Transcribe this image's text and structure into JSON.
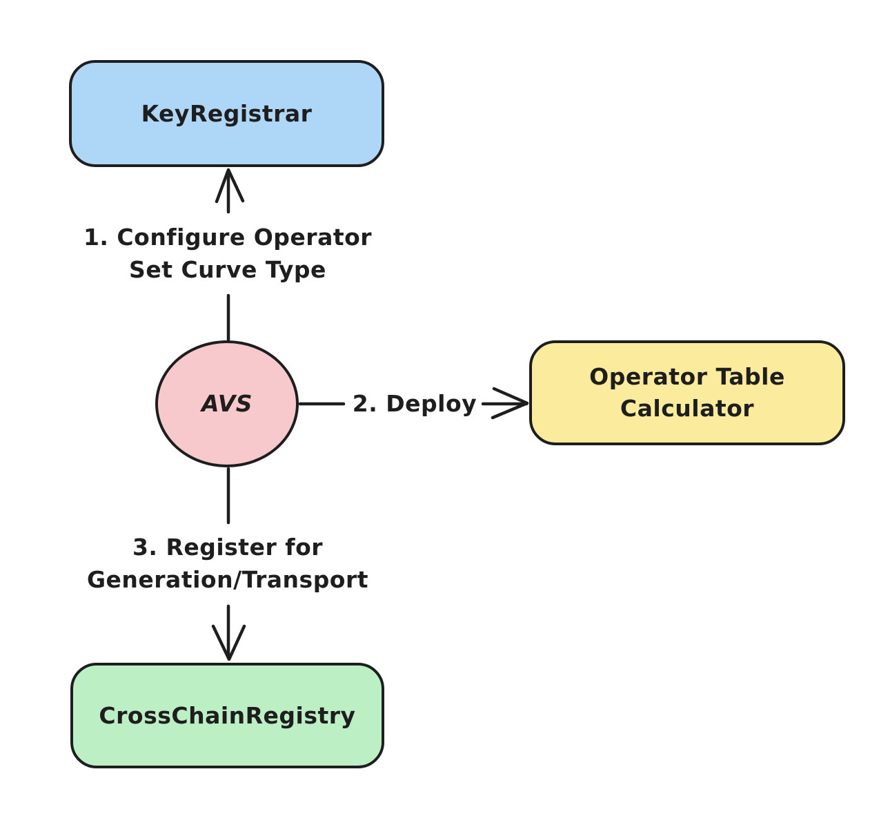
{
  "diagram": {
    "background_color": "#ffffff",
    "stroke_color": "#1e1e1e",
    "nodes": [
      {
        "id": "keyRegistrar",
        "label": "KeyRegistrar",
        "shape": "rounded-rect",
        "fill": "#AED6F7"
      },
      {
        "id": "avs",
        "label": "AVS",
        "shape": "ellipse",
        "fill": "#F8C9CC"
      },
      {
        "id": "operatorTableCalculator",
        "label": "Operator Table Calculator",
        "shape": "rounded-rect",
        "fill": "#FBEB9D"
      },
      {
        "id": "crossChainRegistry",
        "label": "CrossChainRegistry",
        "shape": "rounded-rect",
        "fill": "#BCEFC4"
      }
    ],
    "edges": [
      {
        "from": "avs",
        "to": "keyRegistrar",
        "direction": "up",
        "label": "1. Configure Operator Set Curve Type"
      },
      {
        "from": "avs",
        "to": "operatorTableCalculator",
        "direction": "right",
        "label": "2. Deploy"
      },
      {
        "from": "avs",
        "to": "crossChainRegistry",
        "direction": "down",
        "label": "3. Register for Generation/Transport"
      }
    ]
  }
}
